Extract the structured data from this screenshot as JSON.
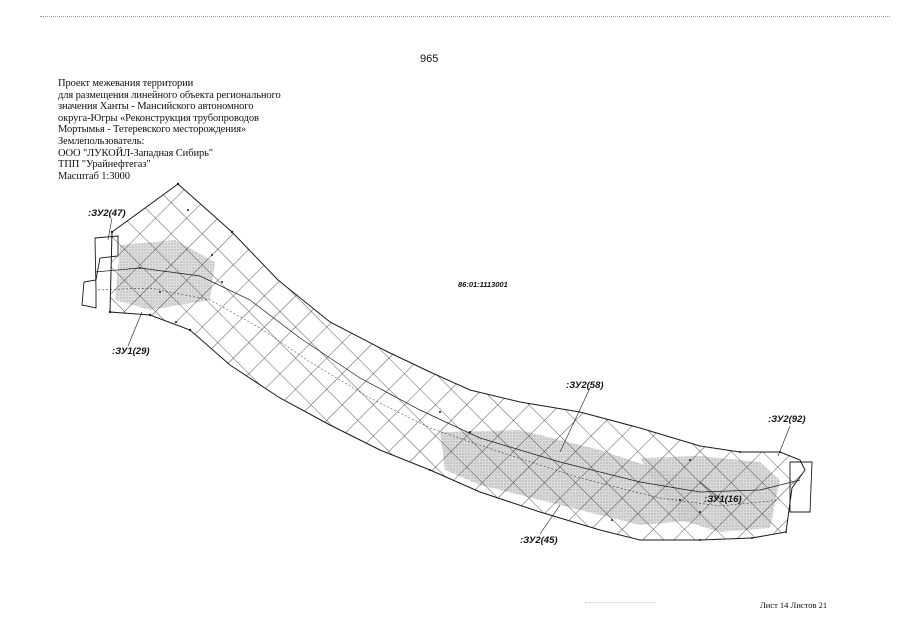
{
  "page": {
    "number": "965"
  },
  "title_block": {
    "lines": [
      "Проект межевания территории",
      "для размещения линейного объекта регионального",
      "значения Ханты - Мансийского автономного",
      "округа-Югры «Реконструкция трубопроводов",
      "Мортымья - Тетеревского месторождения»",
      "Землепользователь:",
      "ООО \"ЛУКОЙЛ-Западная Сибирь\"",
      "ТПП \"Урайнефтегаз\"",
      "Масштаб 1:3000"
    ]
  },
  "map": {
    "cadastral_block": "86:01:1113001",
    "parcel_labels": [
      ":ЗУ2(47)",
      ":ЗУ1(29)",
      ":ЗУ2(58)",
      ":ЗУ2(92)",
      ":ЗУ1(16)",
      ":ЗУ2(45)"
    ],
    "line_color": "#1a1a1a",
    "hatch_color": "#2a2a2a",
    "fill_color": "#bdbdbd"
  },
  "footer": {
    "sheet_info": "Лист 14 Листов 21"
  }
}
